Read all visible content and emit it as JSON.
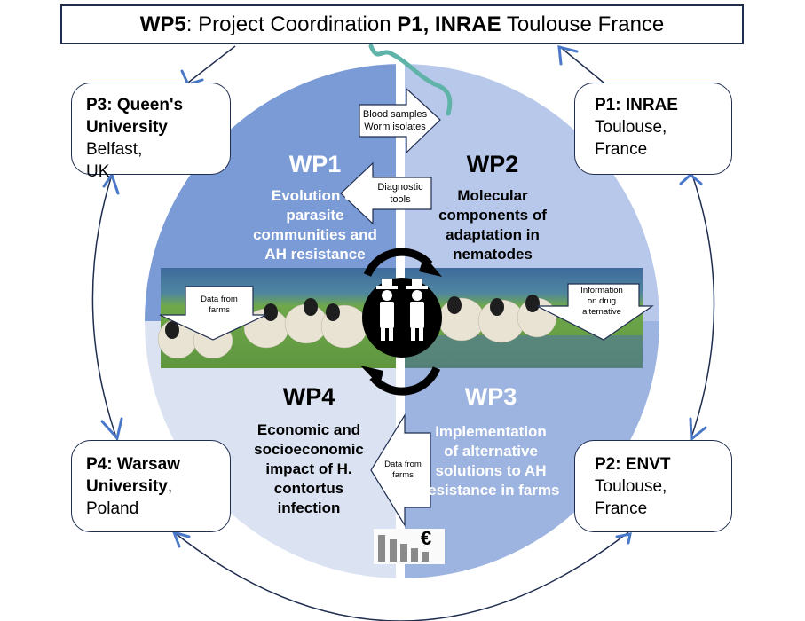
{
  "title": {
    "wp": "WP5",
    "text1": ": Project Coordination ",
    "partner": "P1, INRAE",
    "text2": " Toulouse France"
  },
  "partners": {
    "p3": {
      "bold1": "P3: Queen's",
      "bold2": "University",
      "normal": " Belfast,",
      "line3": "UK"
    },
    "p1": {
      "bold": "P1: INRAE",
      "normal": "Toulouse, France"
    },
    "p4": {
      "bold1": "P4: Warsaw",
      "bold2": "University",
      "normal": ", Poland"
    },
    "p2": {
      "bold": "P2: ENVT",
      "normal": "Toulouse, France"
    }
  },
  "work_packages": {
    "wp1": {
      "head": "WP1",
      "lines": [
        "Evolution of",
        "parasite",
        "communities and",
        "AH resistance"
      ]
    },
    "wp2": {
      "head": "WP2",
      "lines": [
        "Molecular",
        "components of",
        "adaptation in",
        "nematodes"
      ]
    },
    "wp3": {
      "head": "WP3",
      "lines": [
        "Implementation",
        "of alternative",
        "solutions to AH",
        "resistance in farms"
      ]
    },
    "wp4": {
      "head": "WP4",
      "lines": [
        "Economic and",
        "socioeconomic",
        "impact of H.",
        "contortus",
        "infection"
      ]
    }
  },
  "flows": {
    "blood": [
      "Blood samples",
      "Worm isolates"
    ],
    "diagnostic": [
      "Diagnostic",
      "tools"
    ],
    "data_left": [
      "Data from",
      "farms"
    ],
    "info_right": [
      "Information",
      "on drug",
      "alternative"
    ],
    "data_bottom": [
      "Data from",
      "farms"
    ]
  },
  "euro_symbol": "€",
  "colors": {
    "wp1": "#7b9bd6",
    "wp2": "#b7c8ea",
    "wp3": "#9db4e0",
    "wp4": "#dbe3f3",
    "border": "#1f2d4f",
    "arrowhead": "#4a78c8"
  }
}
